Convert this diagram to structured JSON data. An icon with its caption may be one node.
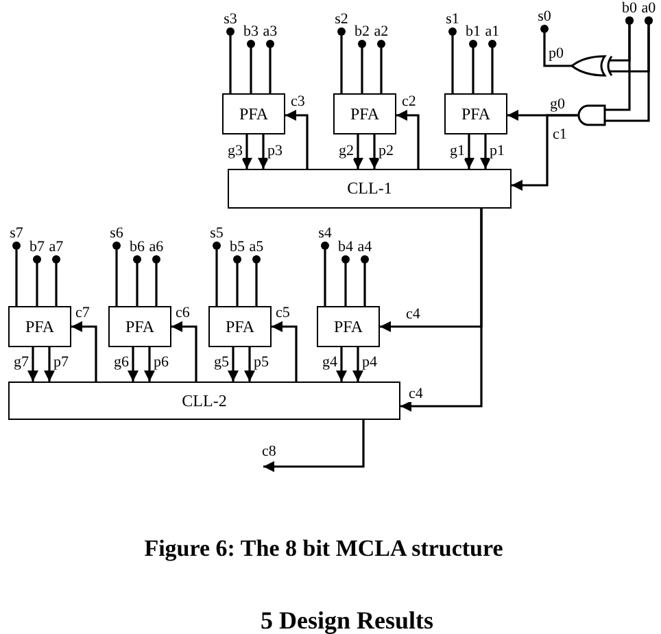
{
  "diagram": {
    "caption": "Figure 6: The 8 bit MCLA structure",
    "nodes": [
      {
        "text": [
          "s3"
        ]
      },
      {
        "text": [
          "b3"
        ]
      },
      {
        "text": [
          "a3"
        ]
      },
      {
        "text": [
          "s2"
        ]
      },
      {
        "text": [
          "b2"
        ]
      },
      {
        "text": [
          "a2"
        ]
      },
      {
        "text": [
          "s1"
        ]
      },
      {
        "text": [
          "b1"
        ]
      },
      {
        "text": [
          "a1"
        ]
      },
      {
        "text": [
          "s0"
        ]
      },
      {
        "text": [
          "b0"
        ]
      },
      {
        "text": [
          "a0"
        ]
      },
      {
        "text": [
          "PFA"
        ]
      },
      {
        "text": [
          "PFA"
        ]
      },
      {
        "text": [
          "PFA"
        ]
      },
      {
        "text": [],
        "shape": "gate"
      },
      {
        "text": [],
        "shape": "gate"
      },
      {
        "text": [
          "CLL-1"
        ]
      },
      {
        "text": [
          "s7"
        ]
      },
      {
        "text": [
          "b7"
        ]
      },
      {
        "text": [
          "a7"
        ]
      },
      {
        "text": [
          "s6"
        ]
      },
      {
        "text": [
          "b6"
        ]
      },
      {
        "text": [
          "a6"
        ]
      },
      {
        "text": [
          "s5"
        ]
      },
      {
        "text": [
          "b5"
        ]
      },
      {
        "text": [
          "a5"
        ]
      },
      {
        "text": [
          "s4"
        ]
      },
      {
        "text": [
          "b4"
        ]
      },
      {
        "text": [
          "a4"
        ]
      },
      {
        "text": [
          "PFA"
        ]
      },
      {
        "text": [
          "PFA"
        ]
      },
      {
        "text": [
          "PFA"
        ]
      },
      {
        "text": [
          "PFA"
        ]
      },
      {
        "text": [
          "CLL-2"
        ]
      }
    ],
    "edges": [
      {
        "from": 0,
        "to": 12,
        "arrow": "other"
      },
      {
        "from": 1,
        "to": 12,
        "arrow": "other"
      },
      {
        "from": 2,
        "to": 12,
        "arrow": "other"
      },
      {
        "from": 3,
        "to": 13,
        "arrow": "other"
      },
      {
        "from": 4,
        "to": 13,
        "arrow": "other"
      },
      {
        "from": 5,
        "to": 13,
        "arrow": "other"
      },
      {
        "from": 6,
        "to": 14,
        "arrow": "other"
      },
      {
        "from": 7,
        "to": 14,
        "arrow": "other"
      },
      {
        "from": 8,
        "to": 14,
        "arrow": "other"
      },
      {
        "from": 9,
        "to": 15,
        "arrow": "other",
        "label": "p0"
      },
      {
        "from": 10,
        "to": 15,
        "arrow": "other"
      },
      {
        "from": 11,
        "to": 15,
        "arrow": "other"
      },
      {
        "from": 10,
        "to": 16,
        "arrow": "other"
      },
      {
        "from": 11,
        "to": 16,
        "arrow": "other"
      },
      {
        "from": 16,
        "to": 14,
        "arrow": "to",
        "label": "g0"
      },
      {
        "from": 16,
        "to": 17,
        "arrow": "to",
        "label": "c1"
      },
      {
        "from": 12,
        "to": 17,
        "arrow": "to",
        "label": "g3"
      },
      {
        "from": 12,
        "to": 17,
        "arrow": "to",
        "label": "p3"
      },
      {
        "from": 17,
        "to": 12,
        "arrow": "to",
        "label": "c3"
      },
      {
        "from": 13,
        "to": 17,
        "arrow": "to",
        "label": "g2"
      },
      {
        "from": 13,
        "to": 17,
        "arrow": "to",
        "label": "p2"
      },
      {
        "from": 17,
        "to": 13,
        "arrow": "to",
        "label": "c2"
      },
      {
        "from": 14,
        "to": 17,
        "arrow": "to",
        "label": "g1"
      },
      {
        "from": 14,
        "to": 17,
        "arrow": "to",
        "label": "p1"
      },
      {
        "from": 17,
        "to": 33,
        "arrow": "to",
        "label": "c4"
      },
      {
        "from": 17,
        "to": 34,
        "arrow": "to",
        "label": "c4"
      },
      {
        "from": 18,
        "to": 30,
        "arrow": "other"
      },
      {
        "from": 19,
        "to": 30,
        "arrow": "other"
      },
      {
        "from": 20,
        "to": 30,
        "arrow": "other"
      },
      {
        "from": 21,
        "to": 31,
        "arrow": "other"
      },
      {
        "from": 22,
        "to": 31,
        "arrow": "other"
      },
      {
        "from": 23,
        "to": 31,
        "arrow": "other"
      },
      {
        "from": 24,
        "to": 32,
        "arrow": "other"
      },
      {
        "from": 25,
        "to": 32,
        "arrow": "other"
      },
      {
        "from": 26,
        "to": 32,
        "arrow": "other"
      },
      {
        "from": 27,
        "to": 33,
        "arrow": "other"
      },
      {
        "from": 28,
        "to": 33,
        "arrow": "other"
      },
      {
        "from": 29,
        "to": 33,
        "arrow": "other"
      },
      {
        "from": 30,
        "to": 34,
        "arrow": "to",
        "label": "g7"
      },
      {
        "from": 30,
        "to": 34,
        "arrow": "to",
        "label": "p7"
      },
      {
        "from": 34,
        "to": 30,
        "arrow": "to",
        "label": "c7"
      },
      {
        "from": 31,
        "to": 34,
        "arrow": "to",
        "label": "g6"
      },
      {
        "from": 31,
        "to": 34,
        "arrow": "to",
        "label": "p6"
      },
      {
        "from": 34,
        "to": 31,
        "arrow": "to",
        "label": "c6"
      },
      {
        "from": 32,
        "to": 34,
        "arrow": "to",
        "label": "g5"
      },
      {
        "from": 32,
        "to": 34,
        "arrow": "to",
        "label": "p5"
      },
      {
        "from": 34,
        "to": 32,
        "arrow": "to",
        "label": "c5"
      },
      {
        "from": 33,
        "to": 34,
        "arrow": "to",
        "label": "g4"
      },
      {
        "from": 33,
        "to": 34,
        "arrow": "to",
        "label": "p4"
      },
      {
        "from": 34,
        "to": null,
        "arrow": "to",
        "label": "c8"
      }
    ],
    "labels": [
      "5 Design Results"
    ]
  }
}
